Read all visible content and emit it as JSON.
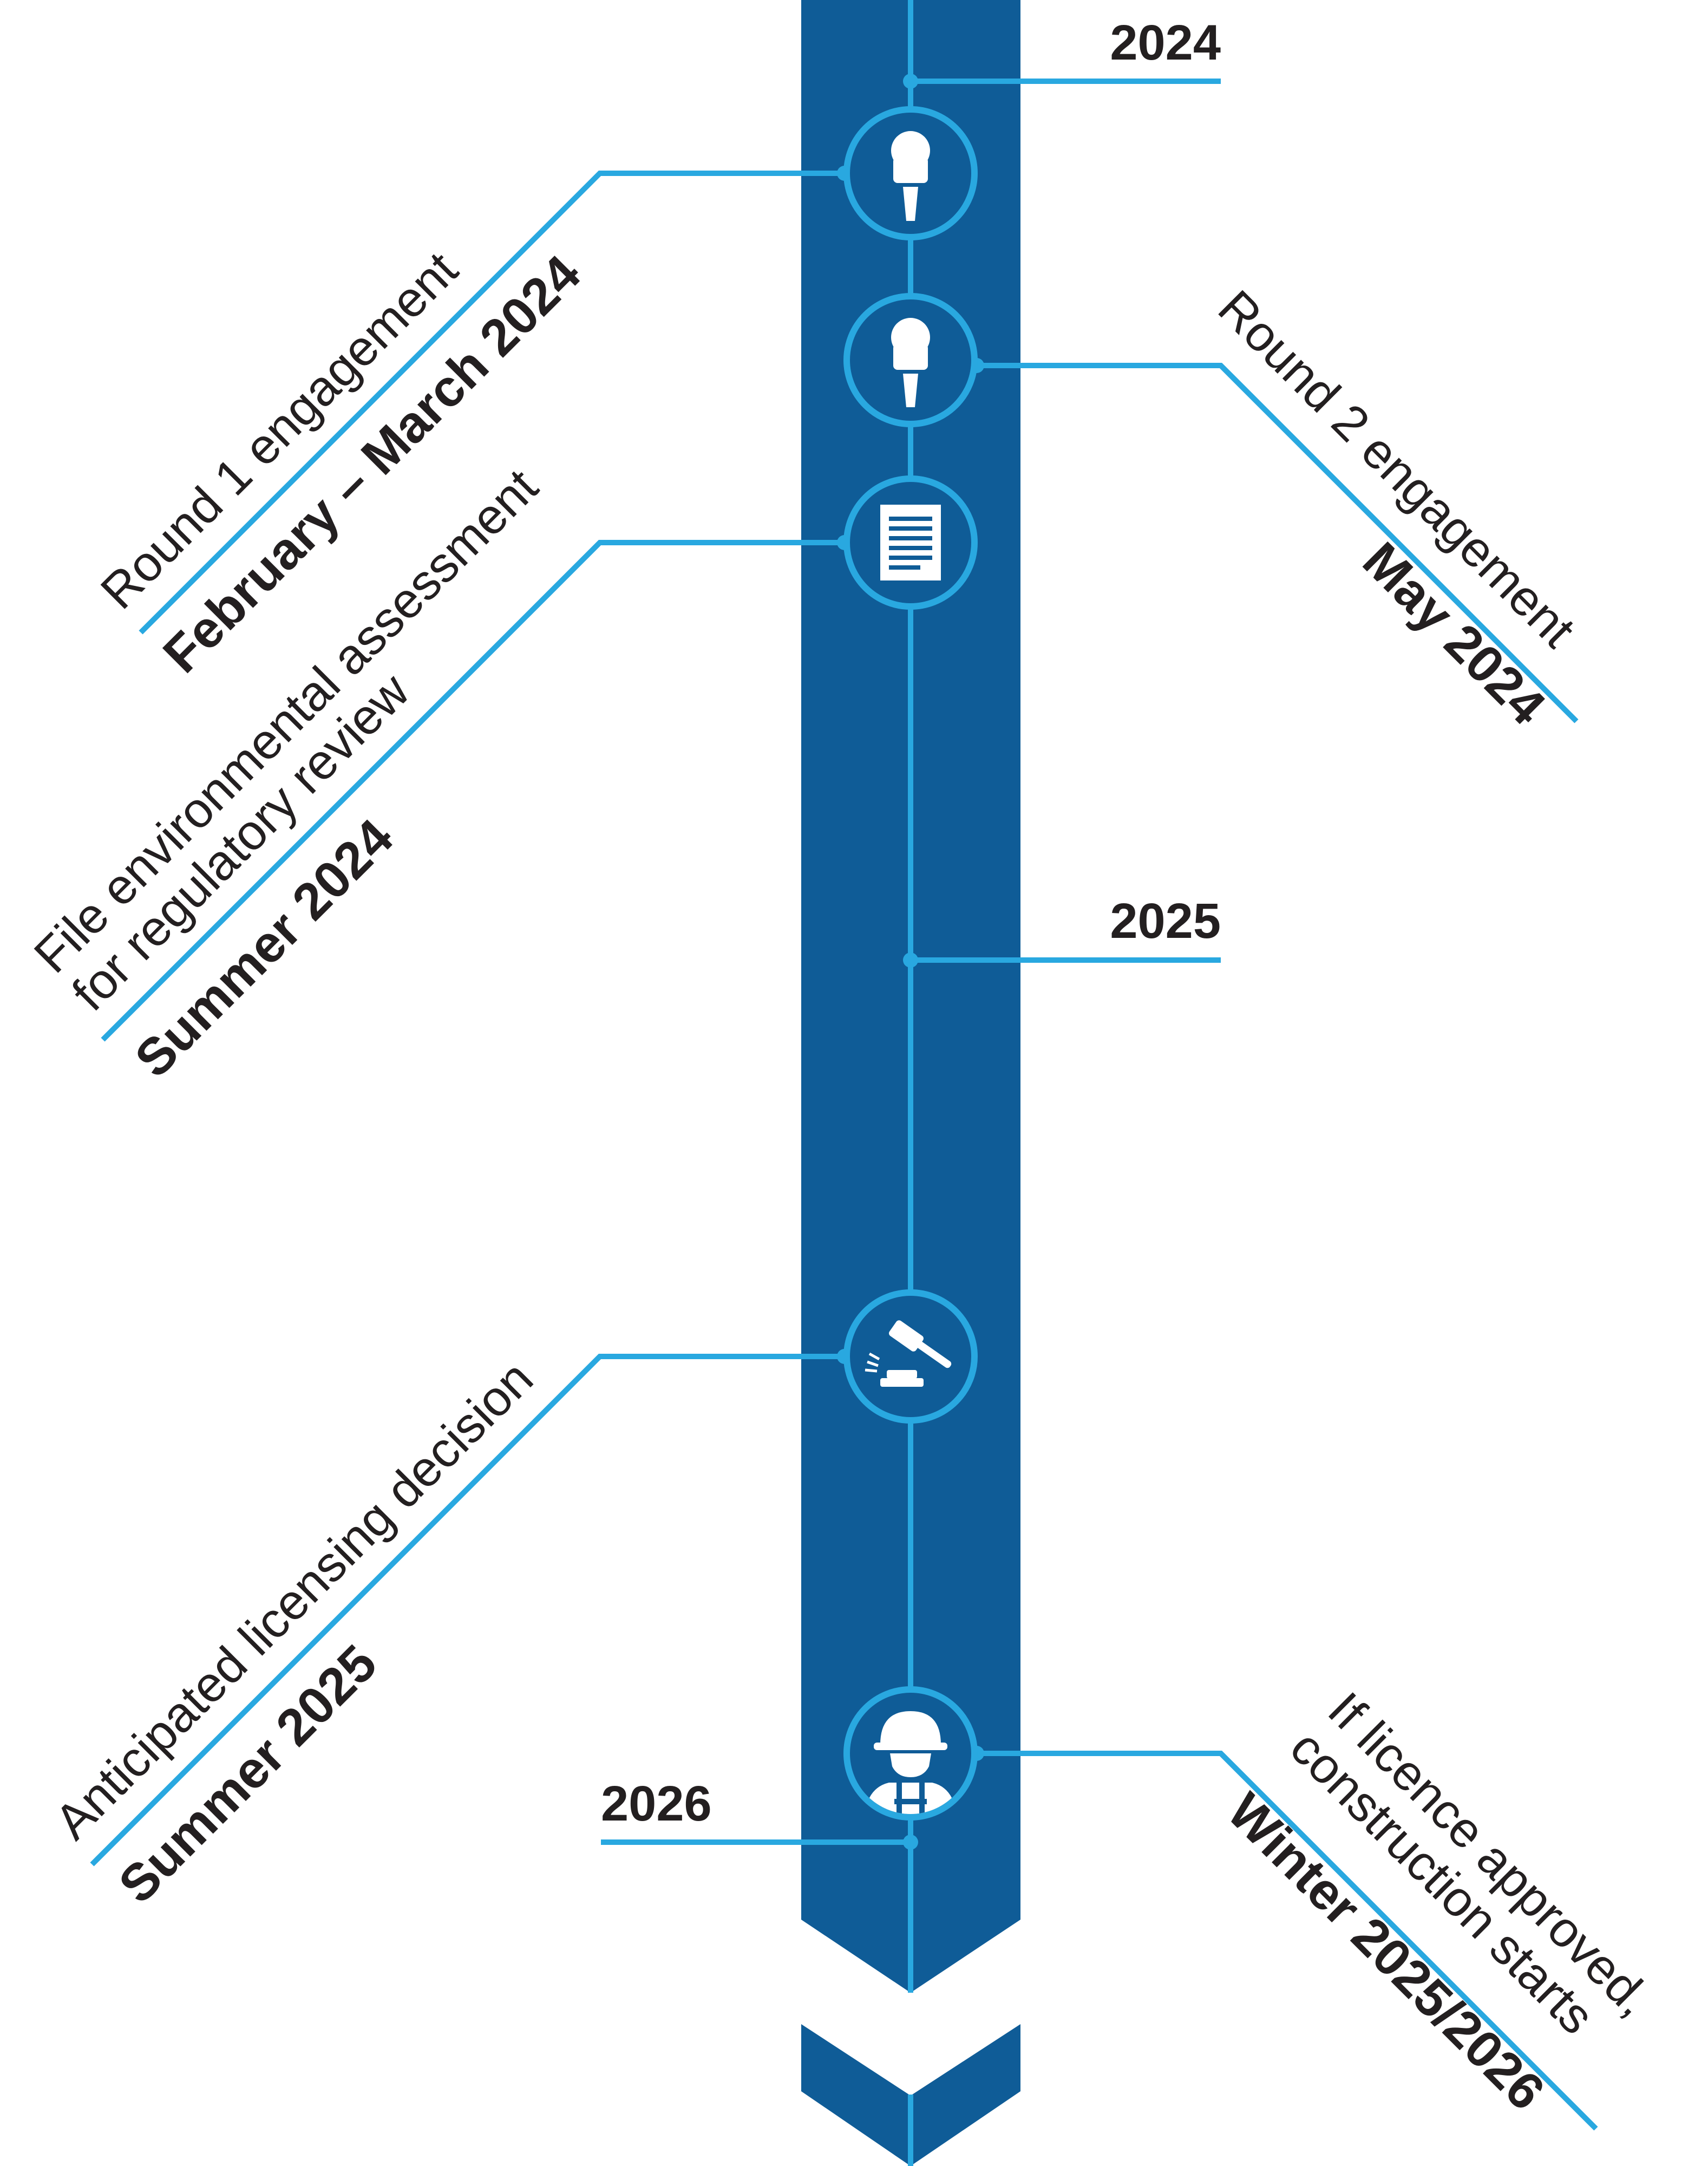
{
  "colors": {
    "band": "#0f5c97",
    "line": "#29a8e0",
    "icon": "#ffffff",
    "text": "#231f20"
  },
  "years": [
    "2024",
    "2025",
    "2026"
  ],
  "milestones": [
    {
      "icon": "microphone-icon",
      "description": [
        "Round 1 engagement"
      ],
      "date": "February – March 2024"
    },
    {
      "icon": "microphone-icon",
      "description": [
        "Round 2 engagement"
      ],
      "date": "May 2024"
    },
    {
      "icon": "document-icon",
      "description": [
        "File environmental assessment",
        "for regulatory review"
      ],
      "date": "Summer 2024"
    },
    {
      "icon": "gavel-icon",
      "description": [
        "Anticipated licensing decision"
      ],
      "date": "Summer 2025"
    },
    {
      "icon": "construction-worker-icon",
      "description": [
        "If licence approved,",
        "construction starts"
      ],
      "date": "Winter 2025/2026"
    }
  ]
}
